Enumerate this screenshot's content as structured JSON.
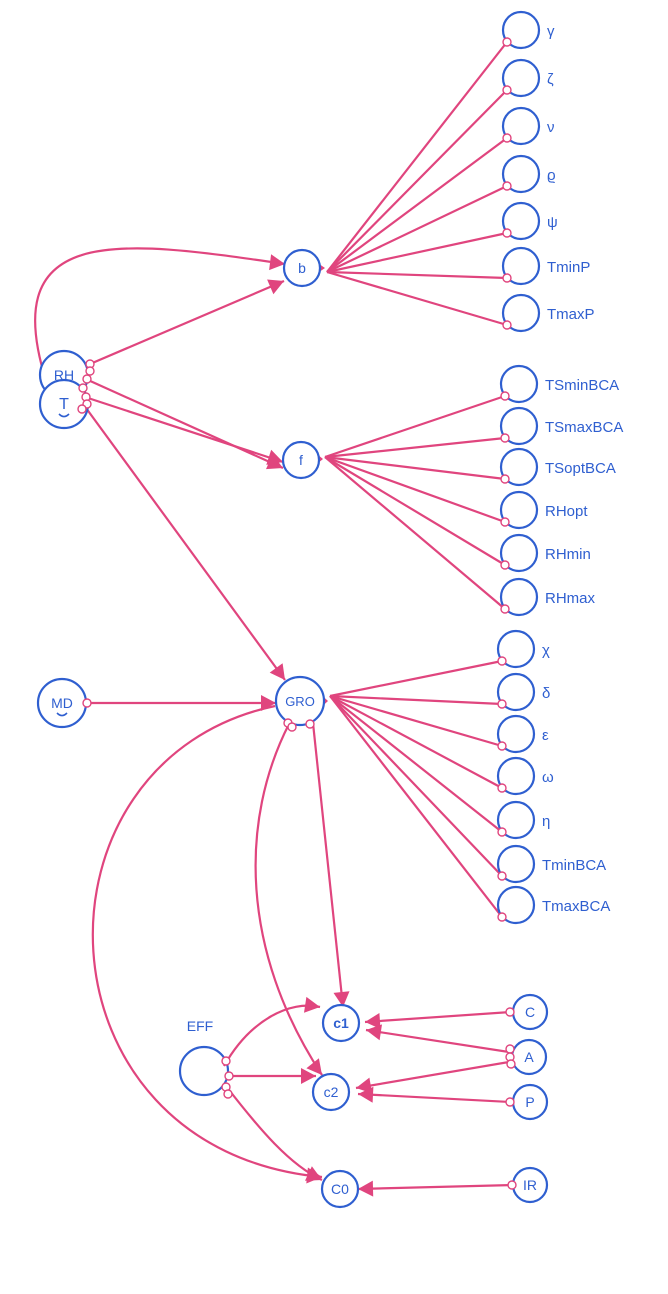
{
  "colors": {
    "node": "#2f5fd0",
    "edge": "#e0457e",
    "background": "#ffffff"
  },
  "nodes": {
    "b": "b",
    "f": "f",
    "GRO": "GRO",
    "c1": "c1",
    "c2": "c2",
    "C0": "C0",
    "RH": "RH",
    "T": "T",
    "MD": "MD",
    "EFF": "EFF",
    "C": "C",
    "A": "A",
    "P": "P",
    "IR": "IR"
  },
  "params_b": [
    "γ",
    "ζ",
    "ν",
    "ϱ",
    "ψ",
    "TminP",
    "TmaxP"
  ],
  "params_f": [
    "TSminBCA",
    "TSmaxBCA",
    "TSoptBCA",
    "RHopt",
    "RHmin",
    "RHmax"
  ],
  "params_gro": [
    "χ",
    "δ",
    "ε",
    "ω",
    "η",
    "TminBCA",
    "TmaxBCA"
  ]
}
